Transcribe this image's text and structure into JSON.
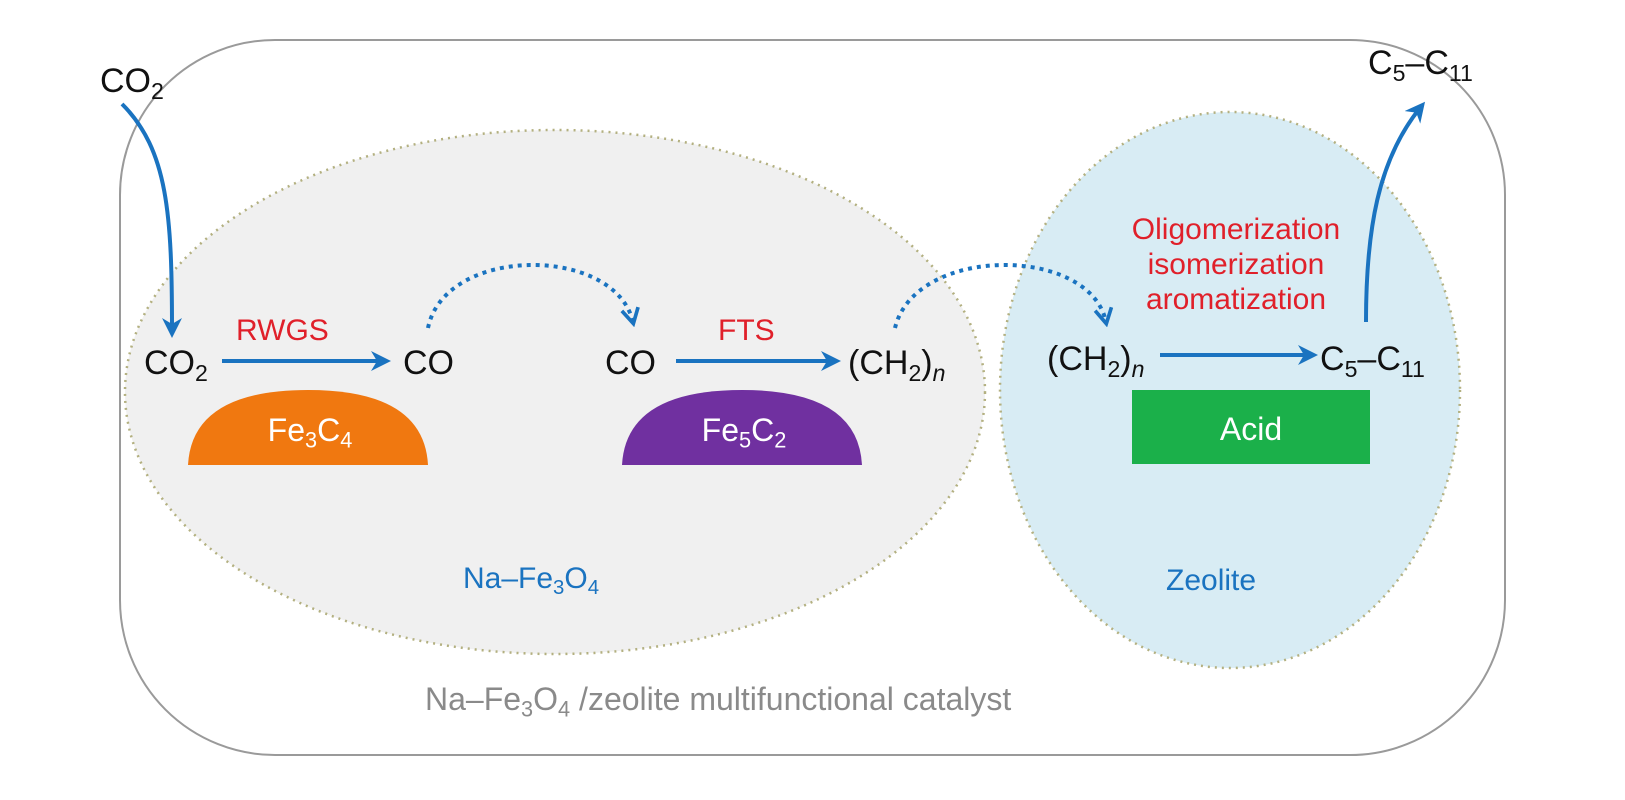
{
  "colors": {
    "arrow": "#1a73c0",
    "reaction_label": "#e0202a",
    "support_label": "#1a73c0",
    "fe3c4_shape": "#f07810",
    "fe5c2_shape": "#7030a0",
    "acid_box": "#1bb04a",
    "na_fe3o4_region": "#f0f0f0",
    "zeolite_region": "#d8ecf4",
    "outer_border": "#9a9a9a",
    "caption": "#8a8a8a"
  },
  "species": {
    "co2_feed": {
      "base": "CO",
      "sub": "2"
    },
    "co2_surface": {
      "base": "CO",
      "sub": "2"
    },
    "co_1": "CO",
    "co_2": "CO",
    "ch2n_1": {
      "open": "(CH",
      "sub": "2",
      "close": ")",
      "n": "n"
    },
    "ch2n_2": {
      "open": "(CH",
      "sub": "2",
      "close": ")",
      "n": "n"
    },
    "c5c11_zeolite": {
      "c": "C",
      "sub1": "5",
      "dash": "–C",
      "sub2": "11"
    },
    "c5c11_product": {
      "c": "C",
      "sub1": "5",
      "dash": "–C",
      "sub2": "11"
    }
  },
  "reactions": {
    "rwgs": "RWGS",
    "fts": "FTS",
    "zeolite_line1": "Oligomerization",
    "zeolite_line2": "isomerization",
    "zeolite_line3": "aromatization"
  },
  "sites": {
    "fe3c4": {
      "a": "Fe",
      "s1": "3",
      "b": "C",
      "s2": "4"
    },
    "fe5c2": {
      "a": "Fe",
      "s1": "5",
      "b": "C",
      "s2": "2"
    },
    "acid": "Acid"
  },
  "supports": {
    "na_fe3o4": {
      "a": "Na–Fe",
      "s1": "3",
      "b": "O",
      "s2": "4"
    },
    "zeolite": "Zeolite"
  },
  "caption": {
    "a": "Na–Fe",
    "s1": "3",
    "b": "O",
    "s2": "4",
    "rest": " /zeolite multifunctional catalyst"
  }
}
